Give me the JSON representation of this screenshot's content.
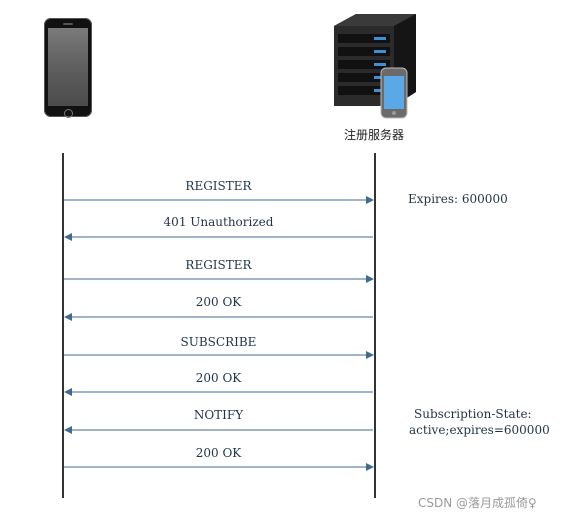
{
  "participants": {
    "server_caption": "注册服务器"
  },
  "messages": [
    {
      "label": "REGISTER",
      "dir": "right"
    },
    {
      "label": "401 Unauthorized",
      "dir": "left"
    },
    {
      "label": "REGISTER",
      "dir": "right"
    },
    {
      "label": "200 OK",
      "dir": "left"
    },
    {
      "label": "SUBSCRIBE",
      "dir": "right"
    },
    {
      "label": "200 OK",
      "dir": "left"
    },
    {
      "label": "NOTIFY",
      "dir": "left"
    },
    {
      "label": "200 OK",
      "dir": "right"
    }
  ],
  "notes": {
    "expires": "Expires: 600000",
    "subscription_state_line1": "Subscription-State:",
    "subscription_state_line2": "active;expires=600000"
  },
  "watermark": "CSDN @落月成孤倚♀",
  "colors": {
    "arrow": "#3f6b8f",
    "text": "#1f3448",
    "lifeline": "#333333"
  }
}
